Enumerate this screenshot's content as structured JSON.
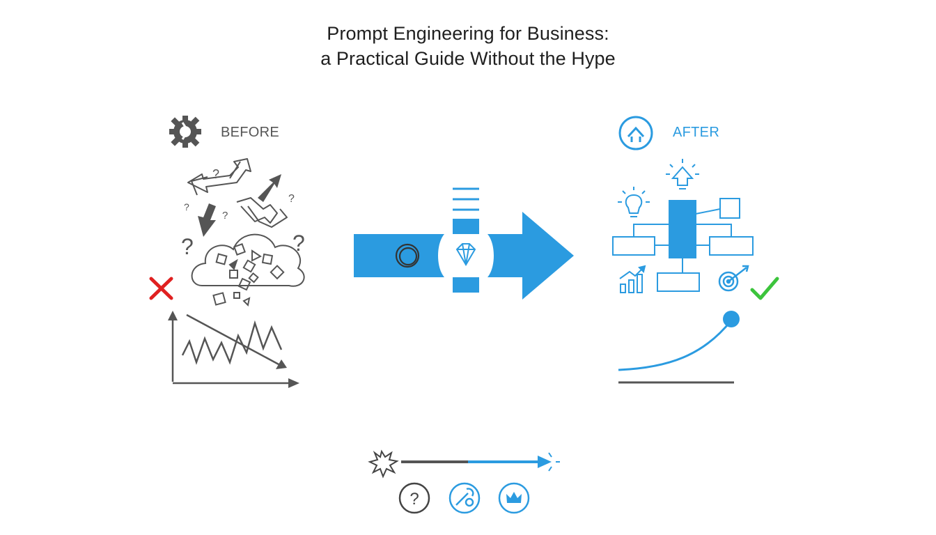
{
  "title": {
    "line1": "Prompt Engineering for Business:",
    "line2": "a Practical Guide Without the Hype"
  },
  "before": {
    "label": "BEFORE"
  },
  "after": {
    "label": "AFTER"
  },
  "colors": {
    "blue": "#2b9be0",
    "gray": "#555555",
    "red": "#e02020",
    "green": "#3cc43c"
  },
  "icons": {
    "before_header": "broken-gear-icon",
    "after_header": "upload-circle-icon",
    "before_marks": [
      "chaotic-arrows-icon",
      "question-marks-icon",
      "messy-cloud-icon",
      "red-x-icon",
      "declining-noisy-chart-icon"
    ],
    "center": [
      "blue-transform-arrow-icon",
      "circle-icon",
      "diamond-icon",
      "stack-lines-icon"
    ],
    "after_marks": [
      "idea-bulb-icon",
      "upload-bulb-icon",
      "org-chart-icon",
      "bar-growth-icon",
      "target-icon",
      "green-check-icon",
      "growth-curve-icon"
    ],
    "footer": [
      "burst-icon",
      "progress-arrow-icon",
      "question-circle-icon",
      "tools-circle-icon",
      "crown-circle-icon"
    ]
  }
}
